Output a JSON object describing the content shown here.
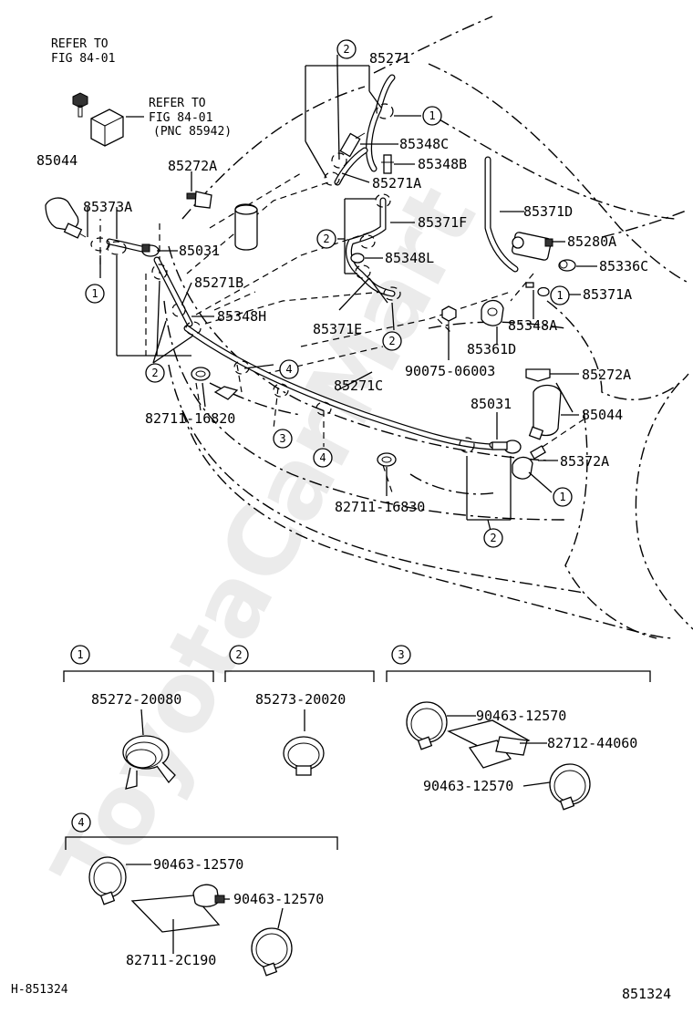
{
  "watermark": "ToyotaCarMart",
  "refer_a": {
    "line1": "REFER TO",
    "line2": "FIG 84-01"
  },
  "refer_b": {
    "line1": "REFER TO",
    "line2": "FIG 84-01",
    "line3": "(PNC 85942)"
  },
  "labels": {
    "p85271": "85271",
    "p85348C": "85348C",
    "p85348B": "85348B",
    "p85271A": "85271A",
    "p85044_left": "85044",
    "p85272A_top": "85272A",
    "p85373A": "85373A",
    "p85031_left": "85031",
    "p85271B": "85271B",
    "p85348H": "85348H",
    "p85371F": "85371F",
    "p85348L": "85348L",
    "p85371D": "85371D",
    "p85280A": "85280A",
    "p85336C": "85336C",
    "p85371A": "85371A",
    "p85371E": "85371E",
    "p85348A": "85348A",
    "p85361D": "85361D",
    "p90075": "90075-06003",
    "p85272A_right": "85272A",
    "p85271C": "85271C",
    "p82711_16820": "82711-16820",
    "p85031_right": "85031",
    "p85044_right": "85044",
    "p85372A": "85372A",
    "p82711_16830": "82711-16830"
  },
  "callouts": {
    "c1": "1",
    "c2": "2",
    "c3": "3",
    "c4": "4"
  },
  "detail": {
    "g1": {
      "part": "85272-20080"
    },
    "g2": {
      "part": "85273-20020"
    },
    "g3": {
      "clamp_top": "90463-12570",
      "bracket": "82712-44060",
      "clamp_bottom": "90463-12570"
    },
    "g4": {
      "clamp_left": "90463-12570",
      "clamp_right": "90463-12570",
      "bracket": "82711-2C190"
    }
  },
  "illustration_code": "H-851324",
  "figure_number": "851324"
}
